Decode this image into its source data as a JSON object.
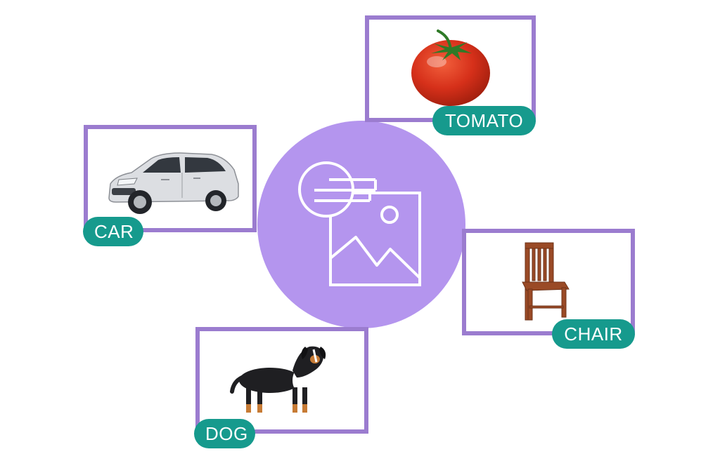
{
  "center": {
    "icon": "image-recognition-icon",
    "color": "#b495ee"
  },
  "card_border_color": "#9b7ccf",
  "label_color": "#169a8d",
  "items": [
    {
      "id": "tomato",
      "label": "TOMATO",
      "icon": "tomato-icon"
    },
    {
      "id": "car",
      "label": "CAR",
      "icon": "car-icon"
    },
    {
      "id": "chair",
      "label": "CHAIR",
      "icon": "chair-icon"
    },
    {
      "id": "dog",
      "label": "DOG",
      "icon": "dog-icon"
    }
  ]
}
